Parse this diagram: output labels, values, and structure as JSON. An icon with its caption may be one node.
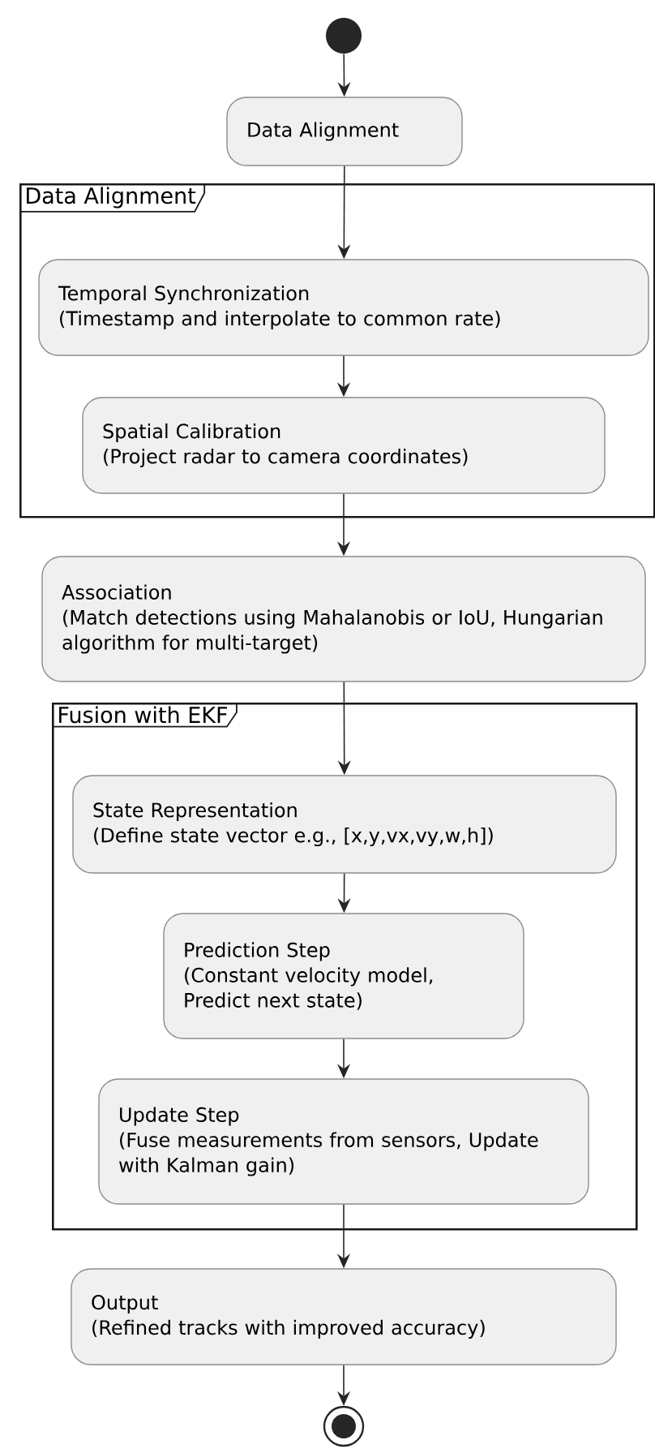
{
  "diagram": {
    "nodes": [
      {
        "text": [],
        "shape": "circle"
      },
      {
        "text": [
          "Data Alignment"
        ]
      },
      {
        "text": [
          "Data Alignment"
        ]
      },
      {
        "text": [
          "Temporal Synchronization",
          "(Timestamp and interpolate to common rate)"
        ],
        "in": 2
      },
      {
        "text": [
          "Spatial Calibration",
          "(Project radar to camera coordinates)"
        ],
        "in": 2
      },
      {
        "text": [
          "Association",
          "(Match detections using Mahalanobis or IoU, Hungarian algorithm for multi-target)"
        ]
      },
      {
        "text": [
          "Fusion with EKF"
        ]
      },
      {
        "text": [
          "State Representation",
          "(Define state vector e.g., [x,y,vx,vy,w,h])"
        ],
        "in": 6
      },
      {
        "text": [
          "Prediction Step",
          "(Constant velocity model, Predict next state)"
        ],
        "in": 6
      },
      {
        "text": [
          "Update Step",
          "(Fuse measurements from sensors, Update with Kalman gain)"
        ],
        "in": 6
      },
      {
        "text": [
          "Output",
          "(Refined tracks with improved accuracy)"
        ]
      },
      {
        "text": [],
        "shape": "circle"
      }
    ],
    "edges": [
      {
        "from": 0,
        "to": 1,
        "arrow": "to"
      },
      {
        "from": 1,
        "to": 3,
        "arrow": "to"
      },
      {
        "from": 3,
        "to": 4,
        "arrow": "to"
      },
      {
        "from": 4,
        "to": 5,
        "arrow": "to"
      },
      {
        "from": 5,
        "to": 7,
        "arrow": "to"
      },
      {
        "from": 7,
        "to": 8,
        "arrow": "to"
      },
      {
        "from": 8,
        "to": 9,
        "arrow": "to"
      },
      {
        "from": 9,
        "to": 10,
        "arrow": "to"
      },
      {
        "from": 10,
        "to": 11,
        "arrow": "to"
      }
    ]
  }
}
